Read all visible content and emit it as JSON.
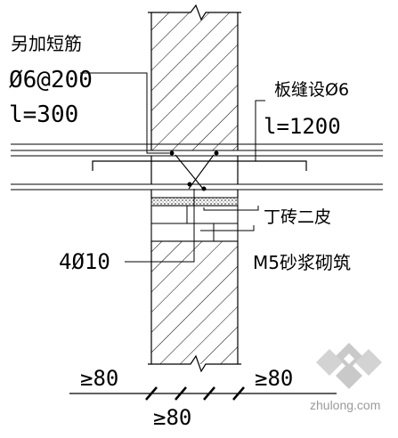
{
  "labels": {
    "extra_bar": "另加短筋",
    "bar_spec": "Ø6@200",
    "bar_length": "l=300",
    "joint_bar": "板缝设Ø6",
    "joint_length": "l=1200",
    "brick_course": "丁砖二皮",
    "main_bars": "4Ø10",
    "mortar": "M5砂浆砌筑"
  },
  "dimensions": {
    "left": "≥80",
    "right": "≥80",
    "bottom": "≥80"
  },
  "watermark": {
    "text": "zhulong.com"
  }
}
